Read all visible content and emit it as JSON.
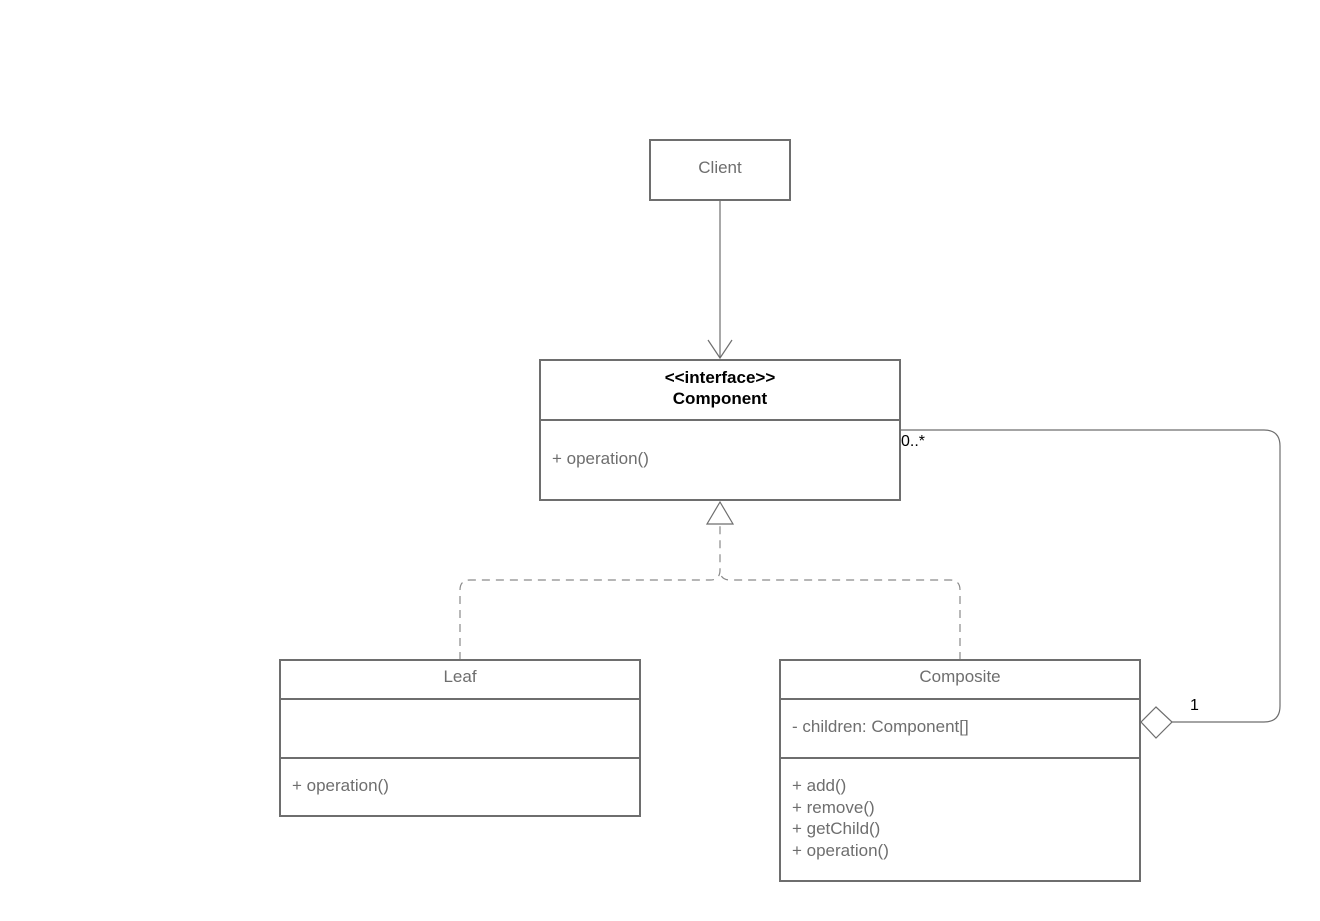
{
  "classes": {
    "client": {
      "name": "Client"
    },
    "component": {
      "stereotype": "<<interface>>",
      "name": "Component",
      "operations": [
        "+ operation()"
      ]
    },
    "leaf": {
      "name": "Leaf",
      "attributes": [],
      "operations": [
        "+ operation()"
      ]
    },
    "composite": {
      "name": "Composite",
      "attributes": [
        "- children: Component[]"
      ],
      "operations": [
        "+ add()",
        "+ remove()",
        "+ getChild()",
        "+ operation()"
      ]
    }
  },
  "relationships": {
    "aggregation": {
      "component_multiplicity": "0..*",
      "composite_multiplicity": "1"
    }
  },
  "colors": {
    "line": "#6e6e6e",
    "text": "#6e6e6e",
    "bold_text": "#000000"
  }
}
